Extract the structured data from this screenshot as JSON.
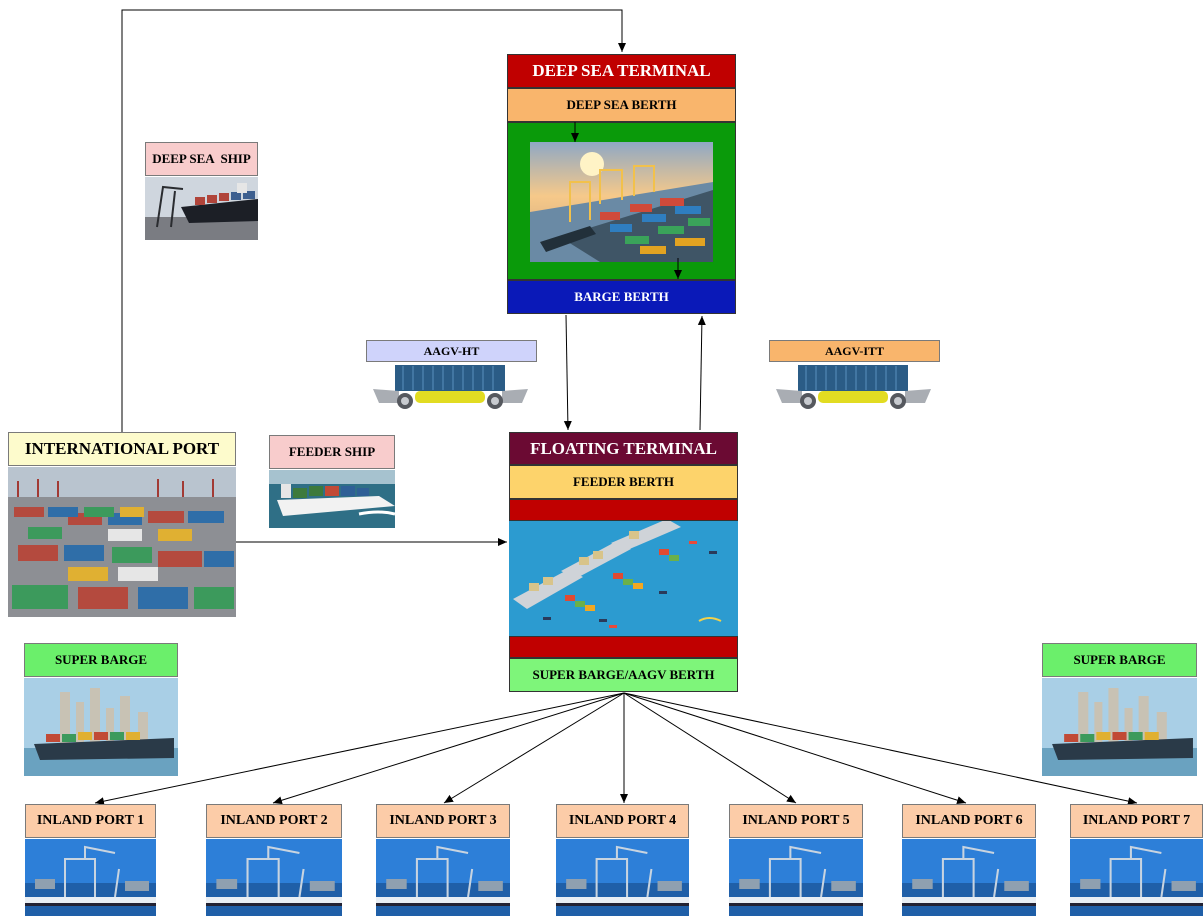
{
  "colors": {
    "deep_sea_header": "#c00000",
    "deep_sea_berth": "#f9b56c",
    "deep_sea_body": "#0a9a0a",
    "barge_berth": "#0a19b8",
    "floating_header": "#6b0a33",
    "feeder_berth": "#fdd36b",
    "floating_strip": "#c00000",
    "floating_body": "#2c9bd0",
    "super_barge_berth": "#7ef57a",
    "aagv_ht": "#cfd3fb",
    "aagv_itt": "#f9b56c",
    "deep_sea_ship_label": "#f8cccc",
    "feeder_ship_label": "#f8cccc",
    "international_port_label": "#fdfbcc",
    "super_barge_label": "#6bef6b",
    "inland_port_label": "#fccca8"
  },
  "deep_sea_terminal": {
    "title": "DEEP SEA TERMINAL",
    "berth": "DEEP SEA BERTH",
    "barge_berth": "BARGE BERTH",
    "image": "container-terminal-aerial-photo"
  },
  "floating_terminal": {
    "title": "FLOATING TERMINAL",
    "feeder_berth": "FEEDER BERTH",
    "super_barge_berth": "SUPER BARGE/AAGV BERTH",
    "image": "floating-terminal-illustration"
  },
  "deep_sea_ship": {
    "label": "DEEP SEA  SHIP",
    "image": "container-ship-photo"
  },
  "feeder_ship": {
    "label": "FEEDER SHIP",
    "image": "feeder-ship-photo"
  },
  "international_port": {
    "label": "INTERNATIONAL PORT",
    "image": "container-yard-photo"
  },
  "aagv_ht": {
    "label": "AAGV-HT",
    "image": "aagv-vehicle"
  },
  "aagv_itt": {
    "label": "AAGV-ITT",
    "image": "aagv-vehicle"
  },
  "super_barge_left": {
    "label": "SUPER BARGE",
    "image": "super-barge-photo"
  },
  "super_barge_right": {
    "label": "SUPER BARGE",
    "image": "super-barge-photo"
  },
  "inland_ports": [
    {
      "label": "INLAND PORT 1"
    },
    {
      "label": "INLAND PORT 2"
    },
    {
      "label": "INLAND PORT 3"
    },
    {
      "label": "INLAND PORT 4"
    },
    {
      "label": "INLAND PORT 5"
    },
    {
      "label": "INLAND PORT 6"
    },
    {
      "label": "INLAND PORT 7"
    }
  ]
}
